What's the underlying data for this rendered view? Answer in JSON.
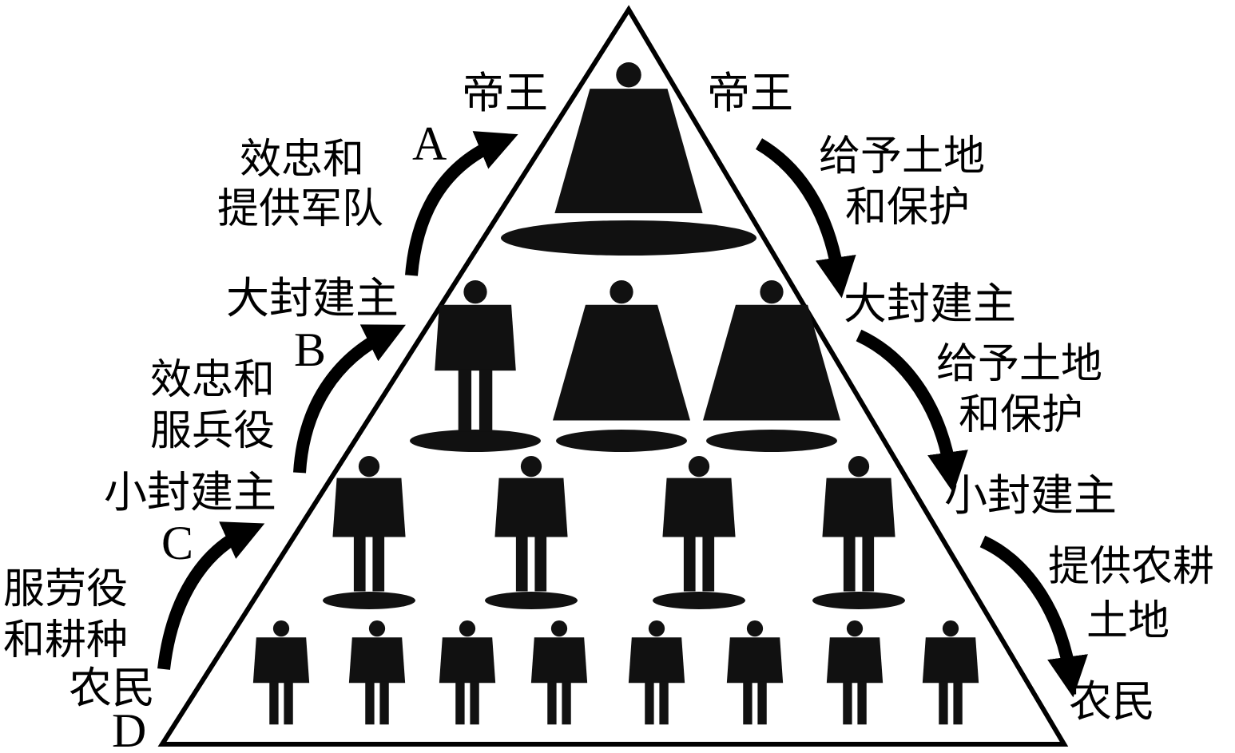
{
  "ranks": {
    "emperor": "帝王",
    "great_lord": "大封建主",
    "lesser_lord": "小封建主",
    "peasant": "农民"
  },
  "left_arrows": {
    "a": {
      "letter": "A",
      "line1": "效忠和",
      "line2": "提供军队"
    },
    "b": {
      "letter": "B",
      "line1": "效忠和",
      "line2": "服兵役"
    },
    "c": {
      "letter": "C",
      "line1": "服劳役",
      "line2": "和耕种"
    },
    "d": {
      "letter": "D"
    }
  },
  "right_arrows": {
    "top": {
      "line1": "给予土地",
      "line2": "和保护"
    },
    "middle": {
      "line1": "给予土地",
      "line2": "和保护"
    },
    "bottom": {
      "line1": "提供农耕",
      "line2": "土地"
    }
  },
  "colors": {
    "ink": "#000000",
    "paper": "#ffffff",
    "figure": "#111111"
  }
}
